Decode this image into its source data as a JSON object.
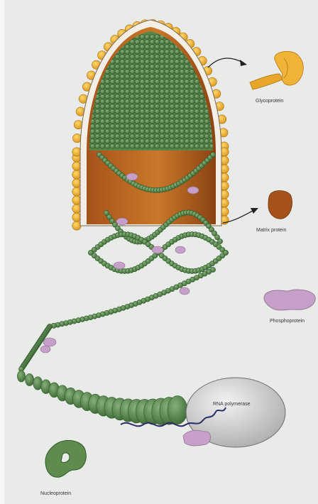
{
  "labels": {
    "glycoprotein": "Glycoprotein",
    "matrix_protein": "Matrix protein",
    "phosphoprotein": "Phosphoprotein",
    "rna_polymerase": "RNA polymerase",
    "nucleoprotein": "Nucleoprotein"
  },
  "colors": {
    "background": "#e9ebe9",
    "glycoprotein": "#e8a62a",
    "glycoprotein_dark": "#b47512",
    "nucleoprotein": "#5f8c4d",
    "nucleoprotein_dark": "#2f5a2a",
    "matrix": "#a5531a",
    "phosphoprotein": "#c6a0c8",
    "polymerase": "#c9c9c9",
    "rna": "#2a2d66"
  }
}
